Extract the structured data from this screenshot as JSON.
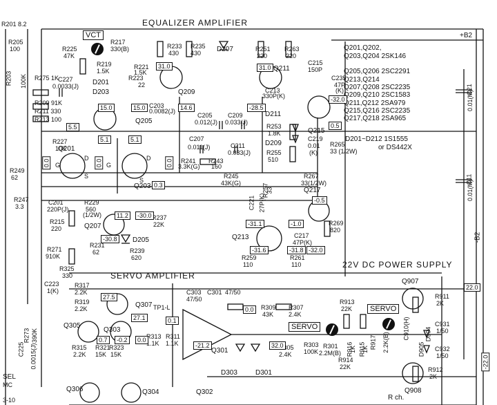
{
  "titles": {
    "equalizer": "EQUALIZER AMPLIFIER",
    "servo": "SERVO AMPLIFIER",
    "power": "22V DC POWER SUPPLY"
  },
  "tags": {
    "vct": "VCT",
    "servo_a": "SERVO",
    "servo_b": "SERVO"
  },
  "rails": {
    "b2": "+B2",
    "b_neg": "-B2",
    "rch": "R ch."
  },
  "left_labels": [
    "R201 8.2",
    "R205",
    "100",
    "R203",
    "100K",
    "R275  1K",
    "R209  91K",
    "R211  330",
    "R213  100",
    "R249",
    "62",
    "R247",
    "3.3",
    "SEL",
    "MC",
    "3-10"
  ],
  "parts": {
    "r225": "R225",
    "r225v": "47K",
    "r217": "R217",
    "r217v": "330(B)",
    "r219": "R219",
    "r219v": "1.5K",
    "r221": "R221",
    "r221v": "1.5K",
    "r223": "R223",
    "r223v": "22",
    "r233": "R233",
    "r233v": "430",
    "r235": "R235",
    "r235v": "430",
    "d207": "D207",
    "r251": "R251",
    "r251v": "220",
    "r263": "R263",
    "r263v": "220",
    "c227": "C227",
    "c227v": "0.0033(J)",
    "d201": "D201",
    "d203": "D203",
    "q209": "Q209",
    "q211": "Q211",
    "c213": "C213",
    "c213v": "330P(K)",
    "c235": "C235",
    "c235v": "47P",
    "c235t": "(K)",
    "c215": "C215",
    "c215v": "150P",
    "c203": "C203",
    "c203v": "0.0082(J)",
    "q205": "Q205",
    "c205": "C205",
    "c205v": "0.012(J)",
    "c209": "C209",
    "c209v": "0.033(J)",
    "c207": "C207",
    "c207v": "0.011(J)",
    "c211": "C211",
    "c211v": "0.033(J)",
    "r241": "R241",
    "r241v": "3.3K(G)",
    "r243": "R243",
    "r243v": "160",
    "d211": "D211",
    "r253": "R253",
    "r253v": "1.8K",
    "d209": "D209",
    "r255": "R255",
    "r255v": "510",
    "q215": "Q215",
    "c219": "C219",
    "c219v": "0.01",
    "c219t": "(K)",
    "r265": "R265",
    "r265v": "33 (1/2W)",
    "r227": "R227",
    "r227v": "10K",
    "q201": "Q201",
    "q203": "Q203",
    "r245": "R245",
    "r245v": "43K(G)",
    "r267": "R267",
    "r267v": "33(1/2W)",
    "q217": "Q217",
    "c201": "C201",
    "c201v": "220P(J)",
    "r229": "R229",
    "r229v": "560",
    "r229t": "(1/2W)",
    "r215": "R215",
    "r215v": "220",
    "q207": "Q207",
    "r237": "R237",
    "r237v": "22K",
    "d205": "D205",
    "r231": "R231",
    "r231v": "62",
    "r239": "R239",
    "r239v": "620",
    "c221": "C221",
    "c221v": "27P(K)",
    "r257": "R257",
    "r257v": "33",
    "q213": "Q213",
    "c217": "C217",
    "c217v": "47P(K)",
    "r269": "R269",
    "r269v": "820",
    "r259": "R259",
    "r259v": "110",
    "r261": "R261",
    "r261v": "110",
    "r271": "R271",
    "r271v": "910K",
    "r325": "R325",
    "r325v": "330",
    "c223": "C223",
    "c223v": "1(K)",
    "r317": "R317",
    "r317v": "2.2K",
    "r319": "R319",
    "r319v": "2.2K",
    "q307": "Q307",
    "tp1": "TP1-L",
    "c303": "C303",
    "c303v": "47/50",
    "c301": "C301",
    "c301v": "47/50",
    "r309": "R309",
    "r309v": "43K",
    "r307": "R307",
    "r307v": "2.4K",
    "r273": "R273",
    "r273v": "390K",
    "c225": "C225",
    "c225v": "0.0015(J)",
    "q305": "Q305",
    "r315": "R315",
    "r315v": "2.2K",
    "r321": "R321",
    "r321v": "15K",
    "q303": "Q303",
    "r323": "R323",
    "r323v": "15K",
    "r313": "R313",
    "r313v": "1.1K",
    "r311": "R311",
    "r311v": "1.1K",
    "q301": "Q301",
    "r305": "R305",
    "r305v": "2.4K",
    "r303": "R303",
    "r303v": "100K",
    "r301": "R301",
    "r301v": "2.2M(B)",
    "d303": "D303",
    "d301": "D301",
    "r913": "R913",
    "r913v": "22K",
    "r915": "R915",
    "r915v": "1K",
    "r916": "R916",
    "r916v": "1K",
    "r914": "R914",
    "r914v": "22K",
    "r917": "R917",
    "r917v": "2.2K(B)",
    "q907": "Q907",
    "r911": "R911",
    "r911v": "2K",
    "c931": "C931",
    "c931v": "1/50",
    "c932": "C932",
    "c932v": "1/50",
    "d905": "D905",
    "d904": "D904",
    "c910": "C910(H)",
    "r912": "R912",
    "r912v": "2K",
    "q908": "Q908",
    "q306": "Q306",
    "q304": "Q304",
    "q302": "Q302",
    "c21": "C21",
    "c21v": "0.01(M)",
    "c11": "C11",
    "c11v": "0.01(M)"
  },
  "legend": [
    "Q201,Q202,",
    "Q203,Q204 2SK146",
    "Q205,Q206 2SC2291",
    "Q213,Q214",
    "Q207,Q208 2SC2235",
    "Q209,Q210 2SC1583",
    "Q211,Q212 2SA979",
    "Q215,Q216 2SC2235",
    "Q217,Q218 2SA965",
    "D201~D212 1S1555",
    "or DS442X"
  ],
  "voltages": [
    "31.0",
    "31.0",
    "15.0",
    "15.0",
    "14.6",
    "-28.5",
    "-32.0",
    "5.5",
    "5.1",
    "5.1",
    "0.0",
    "0.0",
    "0.0",
    "0.5",
    "0.3",
    "11.2",
    "-30.0",
    "-30.8",
    "-31.1",
    "-31.6",
    "-31.8",
    "-32.0",
    "-1.0",
    "-0.5",
    "22.0",
    "27.5",
    "27.1",
    "0.1",
    "0.7",
    "-0.2",
    "0.0",
    "-21.2",
    "0.0",
    "32.0",
    "-22.0"
  ],
  "pins": {
    "g1": "G",
    "g2": "G",
    "d1": "D",
    "d2": "D",
    "s1": "S",
    "s2": "S"
  }
}
